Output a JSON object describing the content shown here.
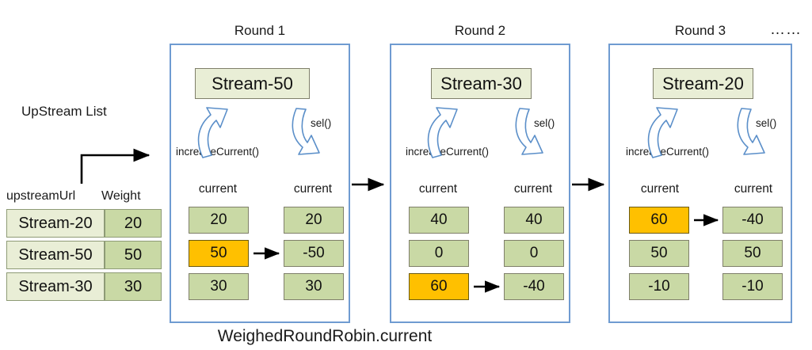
{
  "caption": "WeighedRoundRobin.current",
  "colors": {
    "panel_border": "#6f9bd1",
    "cell_green": "#c9d9a5",
    "cell_green_light": "#e9eed6",
    "highlight_orange": "#ffc000",
    "cell_border": "#7f7f6a",
    "arrow_blue": "#5b8fc9",
    "arrow_black": "#000000"
  },
  "upstream": {
    "title": "UpStream List",
    "headers": {
      "url": "upstreamUrl",
      "weight": "Weight"
    },
    "rows": [
      {
        "url": "Stream-20",
        "weight": "20"
      },
      {
        "url": "Stream-50",
        "weight": "50"
      },
      {
        "url": "Stream-30",
        "weight": "30"
      }
    ]
  },
  "column_header": "current",
  "arrow_labels": {
    "increase": "increaseCurrent()",
    "sel": "sel()"
  },
  "ellipsis": "……",
  "rounds": [
    {
      "title": "Round 1",
      "selected_stream": "Stream-50",
      "before": [
        {
          "value": "20",
          "highlighted": false
        },
        {
          "value": "50",
          "highlighted": true
        },
        {
          "value": "30",
          "highlighted": false
        }
      ],
      "after": [
        {
          "value": "20",
          "highlighted": false
        },
        {
          "value": "-50",
          "highlighted": false
        },
        {
          "value": "30",
          "highlighted": false
        }
      ],
      "transition_row": 1
    },
    {
      "title": "Round 2",
      "selected_stream": "Stream-30",
      "before": [
        {
          "value": "40",
          "highlighted": false
        },
        {
          "value": "0",
          "highlighted": false
        },
        {
          "value": "60",
          "highlighted": true
        }
      ],
      "after": [
        {
          "value": "40",
          "highlighted": false
        },
        {
          "value": "0",
          "highlighted": false
        },
        {
          "value": "-40",
          "highlighted": false
        }
      ],
      "transition_row": 2
    },
    {
      "title": "Round 3",
      "selected_stream": "Stream-20",
      "before": [
        {
          "value": "60",
          "highlighted": true
        },
        {
          "value": "50",
          "highlighted": false
        },
        {
          "value": "-10",
          "highlighted": false
        }
      ],
      "after": [
        {
          "value": "-40",
          "highlighted": false
        },
        {
          "value": "50",
          "highlighted": false
        },
        {
          "value": "-10",
          "highlighted": false
        }
      ],
      "transition_row": 0
    }
  ]
}
